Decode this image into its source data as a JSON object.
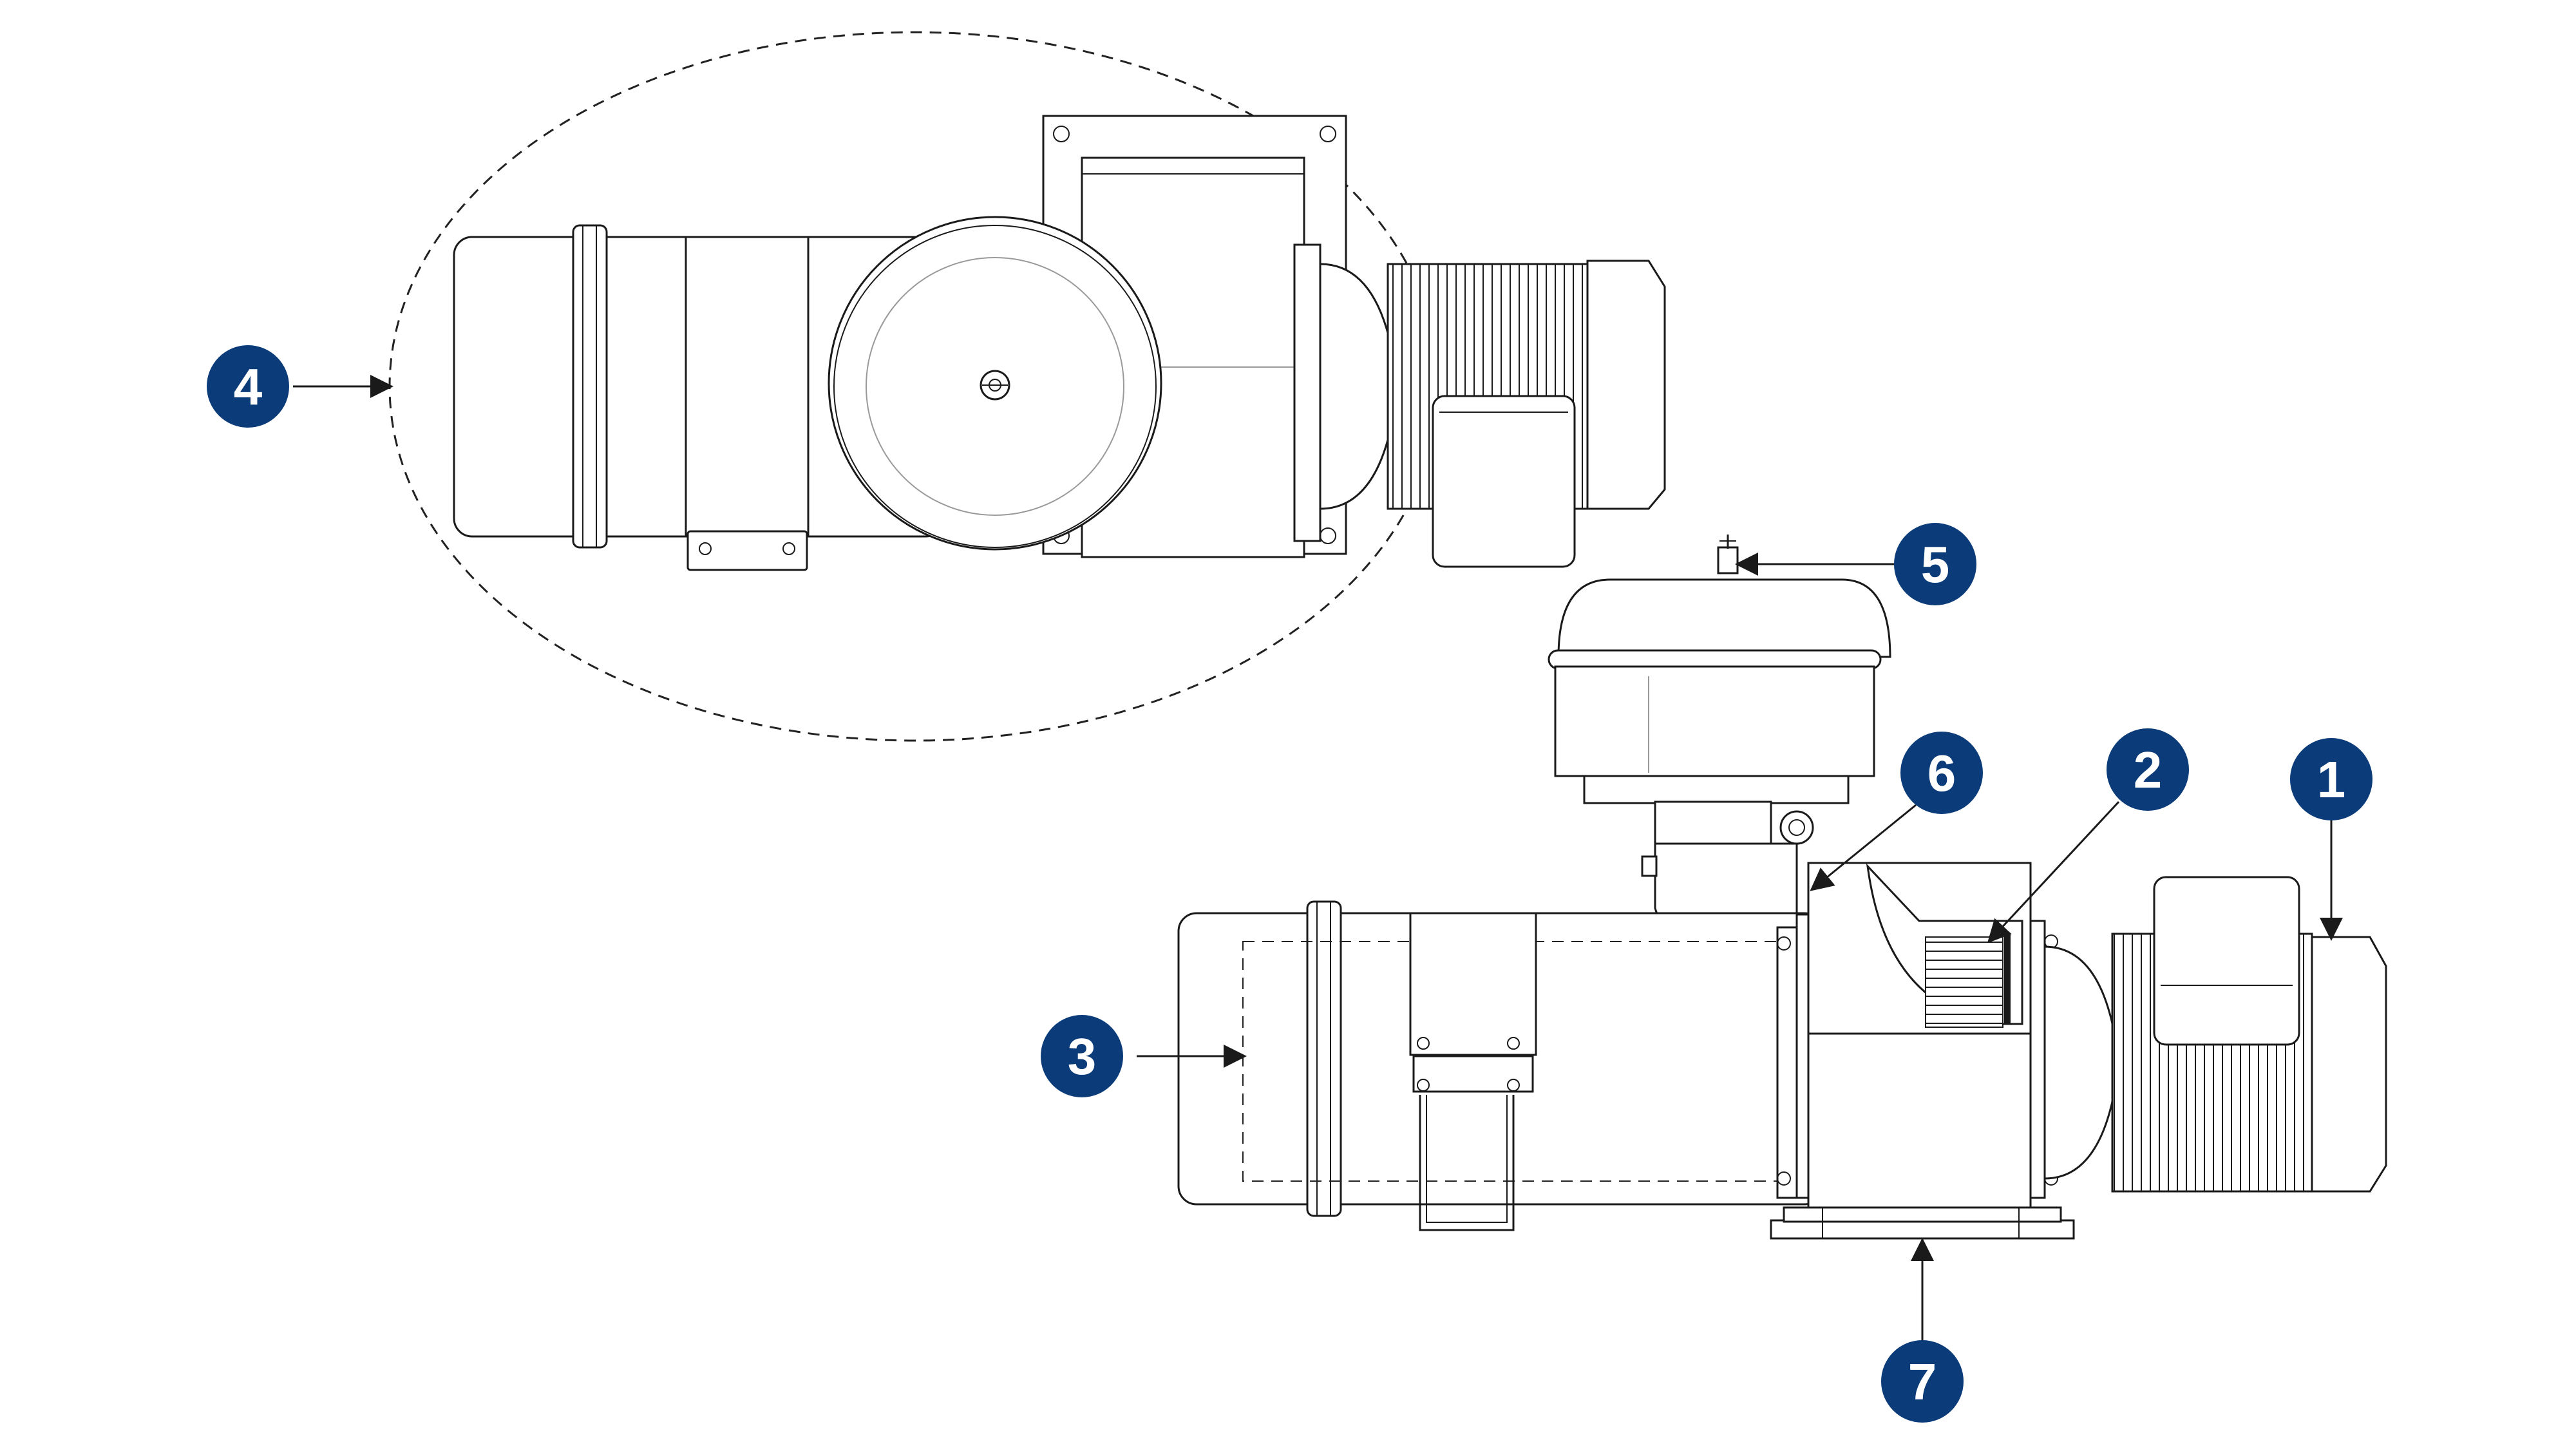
{
  "callouts": [
    {
      "id": "1",
      "label": "1"
    },
    {
      "id": "2",
      "label": "2"
    },
    {
      "id": "3",
      "label": "3"
    },
    {
      "id": "4",
      "label": "4"
    },
    {
      "id": "5",
      "label": "5"
    },
    {
      "id": "6",
      "label": "6"
    },
    {
      "id": "7",
      "label": "7"
    }
  ],
  "colors": {
    "callout_fill": "#0b3c79",
    "callout_text": "#ffffff",
    "line": "#1a1a1a"
  }
}
